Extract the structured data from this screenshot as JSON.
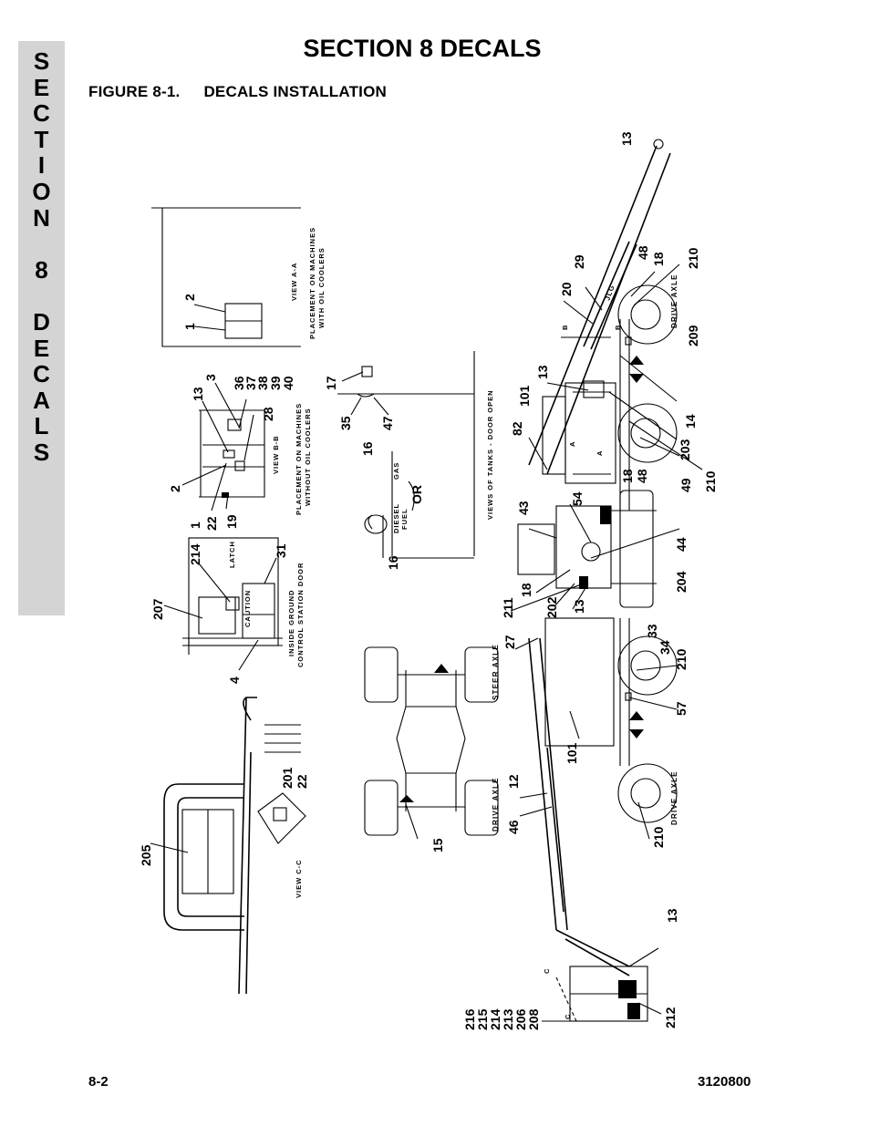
{
  "side_tab": {
    "letters": [
      "S",
      "E",
      "C",
      "T",
      "I",
      "O",
      "N",
      "",
      "8",
      "",
      "D",
      "E",
      "C",
      "A",
      "L",
      "S"
    ]
  },
  "header": {
    "section_title": "SECTION 8  DECALS",
    "figure_number": "FIGURE 8-1.",
    "figure_title": "DECALS INSTALLATION"
  },
  "diagram": {
    "view_aa": {
      "title": "VIEW A-A",
      "caption_line1": "PLACEMENT ON MACHINES",
      "caption_line2": "WITH OIL COOLERS",
      "callouts": [
        "1",
        "2"
      ]
    },
    "view_bb": {
      "title": "VIEW B-B",
      "caption_line1": "PLACEMENT ON MACHINES",
      "caption_line2": "WITHOUT OIL COOLERS",
      "callouts": [
        "13",
        "3",
        "36",
        "37",
        "38",
        "39",
        "40",
        "28",
        "2",
        "1",
        "22",
        "19"
      ]
    },
    "ground_control": {
      "caption_line1": "INSIDE GROUND",
      "caption_line2": "CONTROL STATION DOOR",
      "latch_label": "LATCH",
      "caution_label": "CAUTION",
      "callouts": [
        "207",
        "214",
        "31",
        "4"
      ]
    },
    "tanks": {
      "caption": "VIEWS OF TANKS - DOOR OPEN",
      "diesel_label_line1": "DIESEL",
      "diesel_label_line2": "FUEL",
      "gas_label": "GAS",
      "or_label": "OR",
      "callouts": [
        "17",
        "35",
        "47",
        "16",
        "16"
      ]
    },
    "view_cc": {
      "title": "VIEW C-C",
      "callouts": [
        "205",
        "201",
        "22"
      ]
    },
    "chassis": {
      "steer_axle_label": "STEER AXLE",
      "drive_axle_label": "DRIVE AXLE",
      "callouts": [
        "15",
        "46",
        "12"
      ]
    },
    "machine": {
      "drive_axle_label_top": "DRIVE AXLE",
      "drive_axle_label_bottom": "DRIVE AXLE",
      "section_marks": [
        "B",
        "B",
        "C",
        "C",
        "A",
        "A"
      ],
      "callouts_upper": [
        "13",
        "29",
        "20",
        "48",
        "18",
        "210",
        "209",
        "101",
        "13",
        "82",
        "14",
        "203",
        "210",
        "18",
        "48",
        "49"
      ],
      "callouts_middle": [
        "43",
        "54",
        "18",
        "211",
        "202",
        "13",
        "44",
        "204"
      ],
      "callouts_lower": [
        "27",
        "33",
        "34",
        "210",
        "57",
        "101",
        "210",
        "13",
        "212"
      ],
      "platform_stack": [
        "216",
        "215",
        "214",
        "213",
        "206",
        "208"
      ]
    }
  },
  "footer": {
    "page_number": "8-2",
    "document_number": "3120800"
  }
}
